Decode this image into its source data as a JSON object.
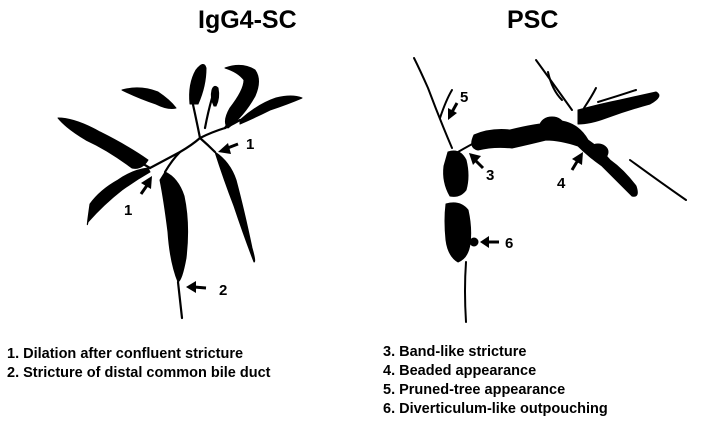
{
  "panels": {
    "left": {
      "title": "IgG4-SC",
      "markers": [
        "1",
        "1",
        "2"
      ],
      "legend": [
        "1. Dilation after confluent stricture",
        "2. Stricture of distal common bile duct"
      ]
    },
    "right": {
      "title": "PSC",
      "markers": [
        "3",
        "4",
        "5",
        "6"
      ],
      "legend": [
        "3. Band-like stricture",
        "4. Beaded appearance",
        "5. Pruned-tree appearance",
        "6. Diverticulum-like outpouching"
      ]
    }
  },
  "colors": {
    "duct": "#000000",
    "background": "#ffffff"
  }
}
